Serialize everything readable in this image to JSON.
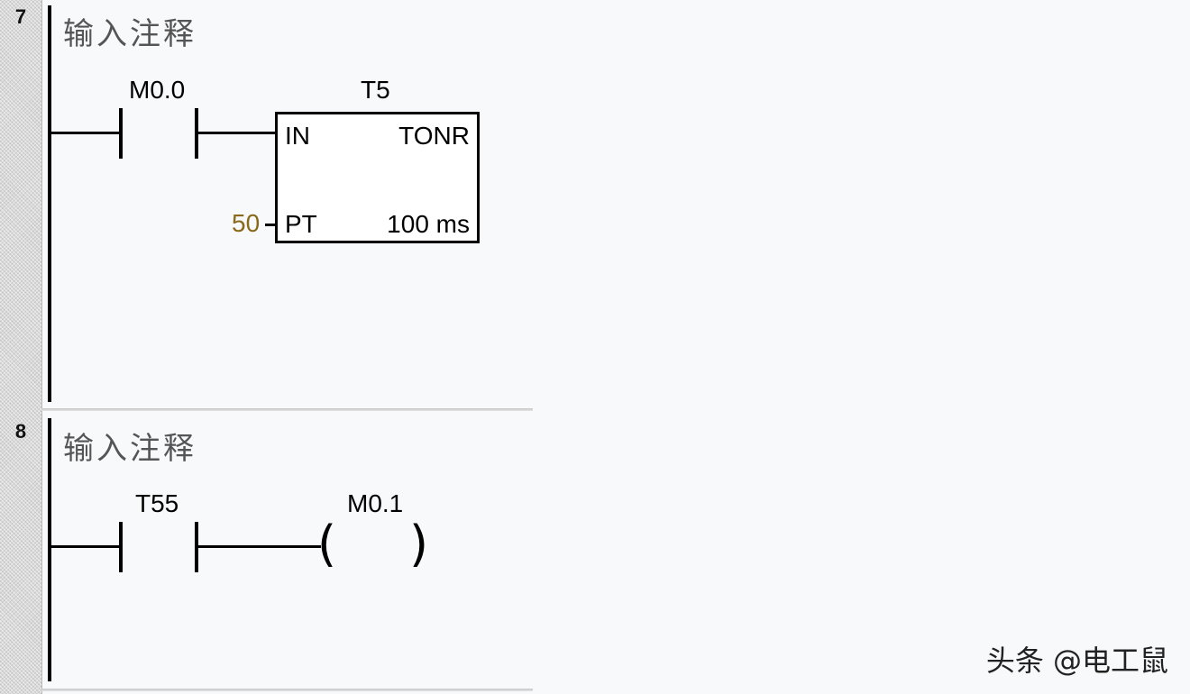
{
  "networks": [
    {
      "number": "7",
      "comment": "输入注释",
      "contact": {
        "label": "M0.0"
      },
      "timer": {
        "label": "T5",
        "in_pin": "IN",
        "type": "TONR",
        "pt_pin": "PT",
        "pt_value": "50",
        "resolution": "100 ms"
      }
    },
    {
      "number": "8",
      "comment": "输入注释",
      "contact": {
        "label": "T55"
      },
      "coil": {
        "label": "M0.1",
        "open": "(",
        "close": ")"
      }
    }
  ],
  "watermark": "头条 @电工鼠"
}
